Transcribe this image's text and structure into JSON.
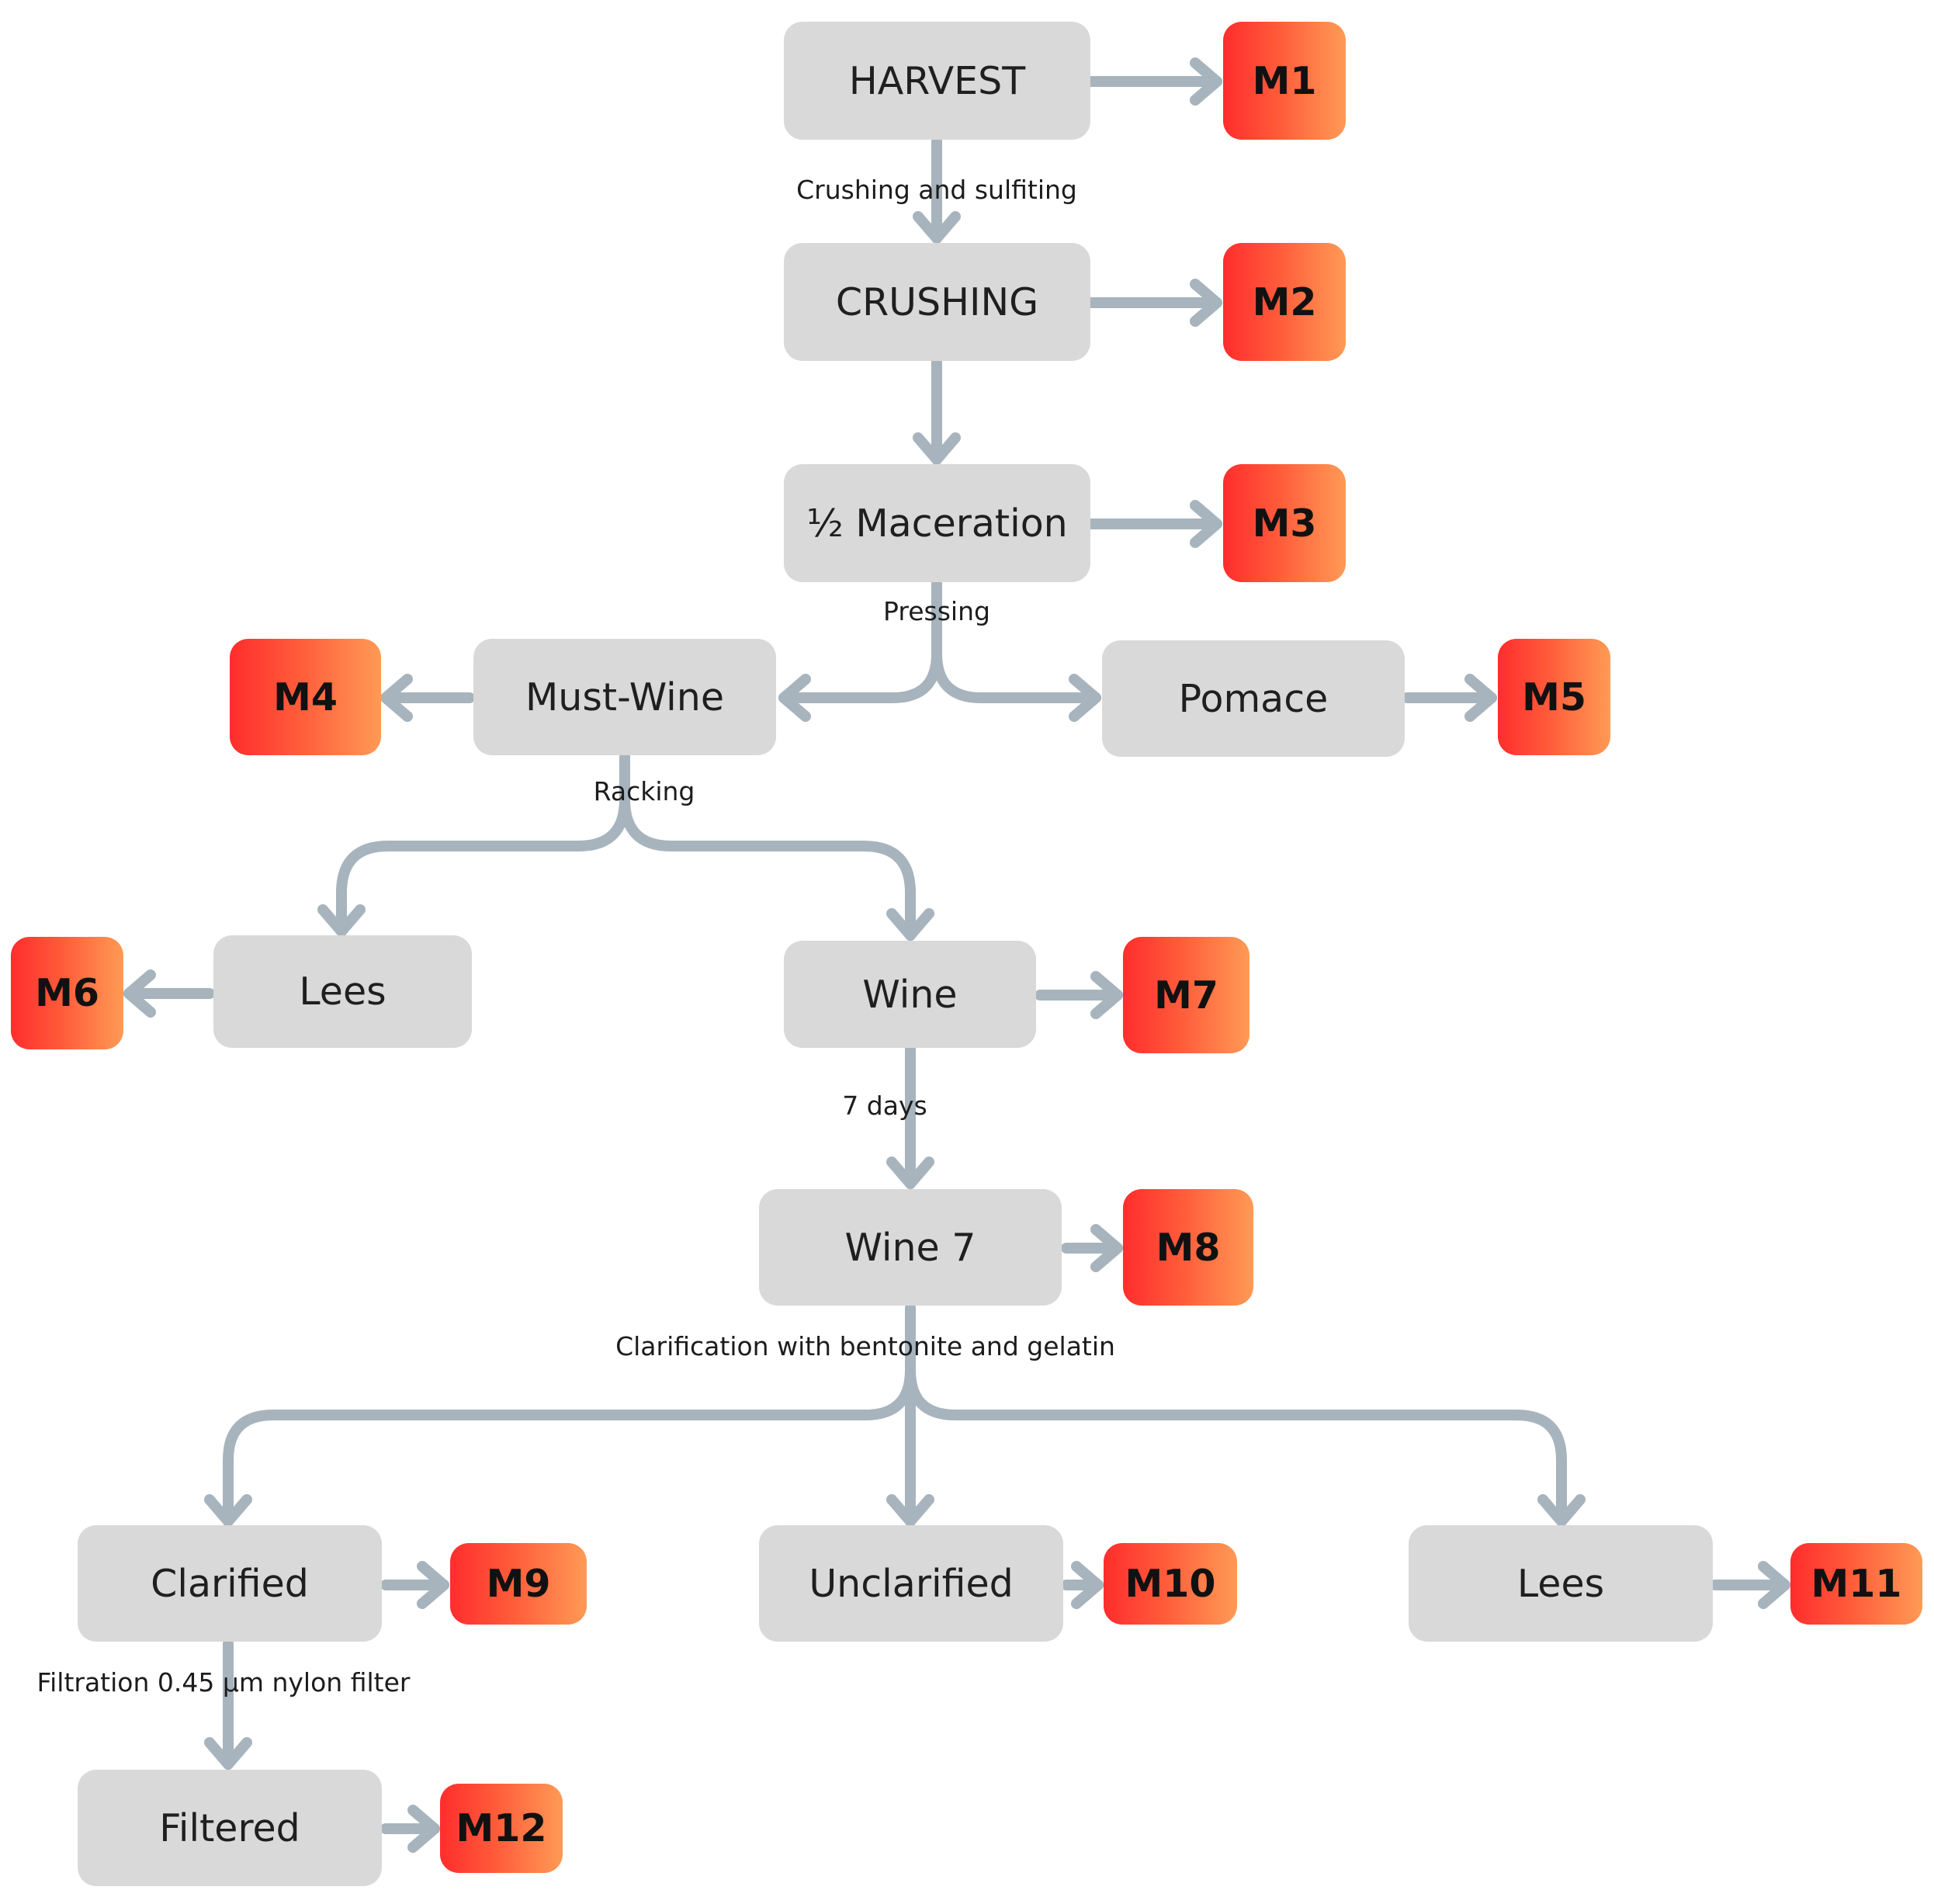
{
  "diagram": {
    "steps": {
      "harvest": "HARVEST",
      "crushing": "CRUSHING",
      "maceration": "½ Maceration",
      "must_wine": "Must-Wine",
      "pomace": "Pomace",
      "lees_1": "Lees",
      "wine": "Wine",
      "wine7": "Wine 7",
      "clarified": "Clarified",
      "unclarified": "Unclarified",
      "lees_2": "Lees",
      "filtered": "Filtered"
    },
    "samples": {
      "m1": "M1",
      "m2": "M2",
      "m3": "M3",
      "m4": "M4",
      "m5": "M5",
      "m6": "M6",
      "m7": "M7",
      "m8": "M8",
      "m9": "M9",
      "m10": "M10",
      "m11": "M11",
      "m12": "M12"
    },
    "edge_labels": {
      "crushing_sulfiting": "Crushing and sulfiting",
      "pressing": "Pressing",
      "racking": "Racking",
      "seven_days": "7 days",
      "clarification": "Clarification with bentonite and gelatin",
      "filtration": "Filtration 0.45 µm nylon filter"
    },
    "colors": {
      "step_fill": "#d9d9d9",
      "sample_gradient_start": "#ff2d2d",
      "sample_gradient_end": "#ff9a55",
      "arrow": "#a7b4bd"
    }
  }
}
